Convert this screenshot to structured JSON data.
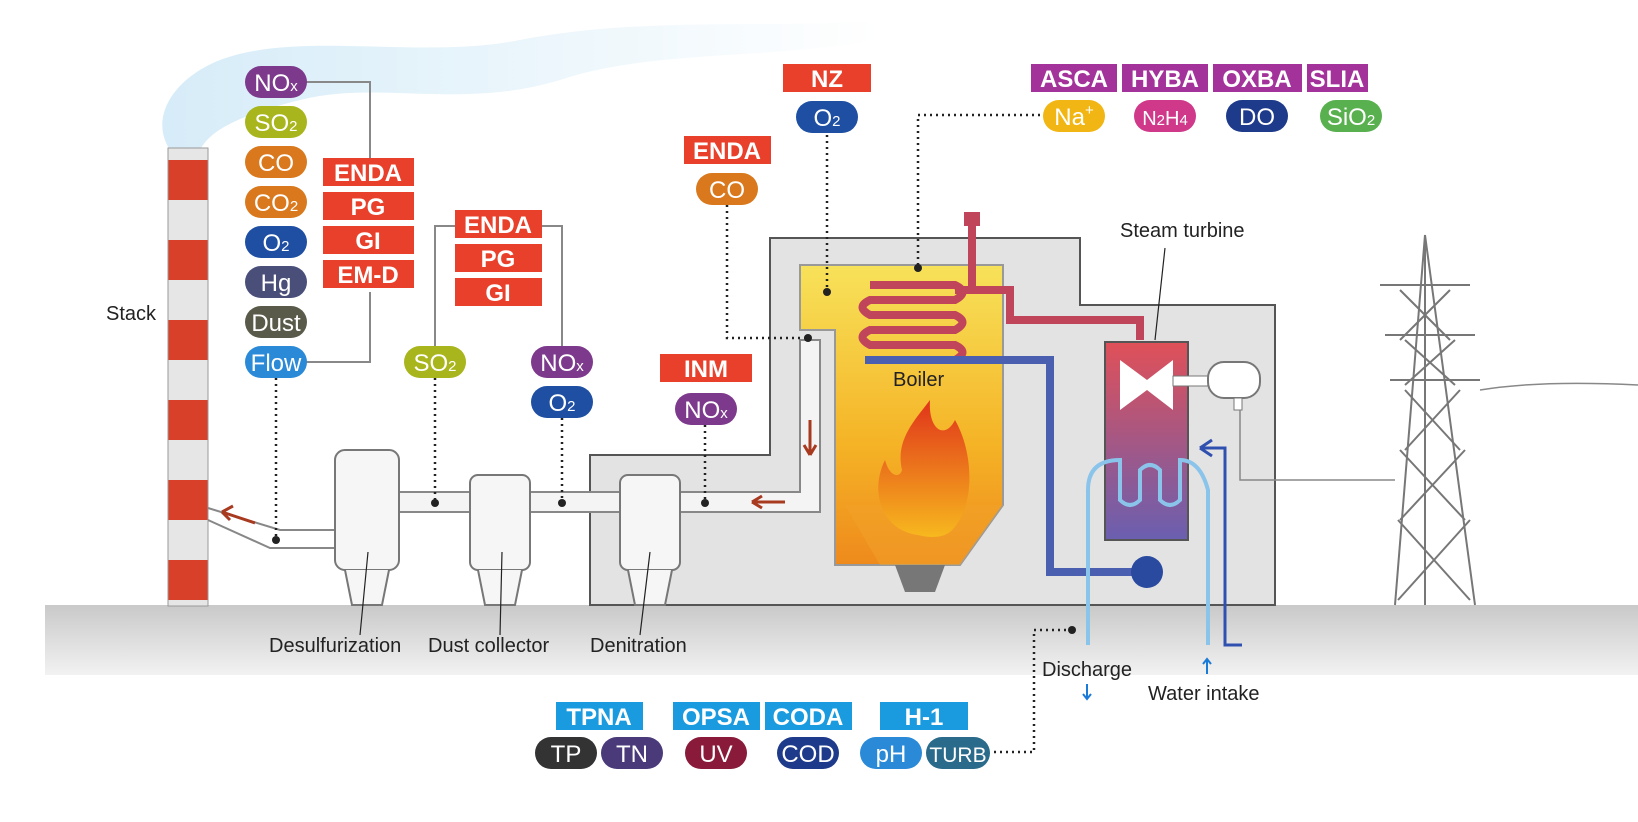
{
  "labels": {
    "stack": "Stack",
    "boiler": "Boiler",
    "steam_turbine": "Steam turbine",
    "desulfurization": "Desulfurization",
    "dust_collector": "Dust collector",
    "denitration": "Denitration",
    "discharge": "Discharge",
    "water_intake": "Water intake"
  },
  "analyzers": {
    "stack": [
      "ENDA",
      "PG",
      "GI",
      "EM-D"
    ],
    "after_desulf": [
      "ENDA",
      "PG",
      "GI"
    ],
    "boiler_co": "ENDA",
    "boiler_o2": "NZ",
    "denitration": "INM",
    "water_quality": [
      "ASCA",
      "HYBA",
      "OXBA",
      "SLIA"
    ],
    "wastewater": [
      "TPNA",
      "OPSA",
      "CODA",
      "H-1"
    ]
  },
  "pills": {
    "stack": {
      "nox": {
        "main": "NO",
        "sub": "x"
      },
      "so2": {
        "main": "SO",
        "sub": "2"
      },
      "co": {
        "main": "CO",
        "sub": ""
      },
      "co2": {
        "main": "CO",
        "sub": "2"
      },
      "o2": {
        "main": "O",
        "sub": "2"
      },
      "hg": {
        "main": "Hg",
        "sub": ""
      },
      "dust": {
        "main": "Dust",
        "sub": ""
      },
      "flow": {
        "main": "Flow",
        "sub": ""
      }
    },
    "so2_duct": {
      "main": "SO",
      "sub": "2"
    },
    "nox_duct": {
      "main": "NO",
      "sub": "x"
    },
    "o2_duct": {
      "main": "O",
      "sub": "2"
    },
    "boiler_co": {
      "main": "CO",
      "sub": ""
    },
    "boiler_o2": {
      "main": "O",
      "sub": "2"
    },
    "denit_nox": {
      "main": "NO",
      "sub": "x"
    },
    "na": {
      "main": "Na",
      "sup": "+"
    },
    "n2h4": {
      "a": "N",
      "b": "2",
      "c": "H",
      "d": "4"
    },
    "do": {
      "main": "DO"
    },
    "sio2": {
      "main": "SiO",
      "sub": "2"
    },
    "tp": "TP",
    "tn": "TN",
    "uv": "UV",
    "cod": "COD",
    "ph": "pH",
    "turb": "TURB"
  },
  "colors": {
    "tag_red": "#e8402b",
    "tag_purple": "#a3329a",
    "tag_blue": "#1a9be0",
    "pill_purple": "#7d3a8c",
    "pill_olive": "#a8b51c",
    "pill_orange": "#d9781c",
    "pill_navy": "#1e4fa3",
    "pill_slate": "#4a4f7a",
    "pill_darkgray": "#5a5a4a",
    "pill_sky": "#2a8ad8",
    "pill_yellow": "#f2b614",
    "pill_pink": "#d0388a",
    "pill_green": "#58b04f",
    "pill_black": "#333333",
    "pill_maroon": "#8a1a3a",
    "pill_teal": "#2a6a8a"
  }
}
